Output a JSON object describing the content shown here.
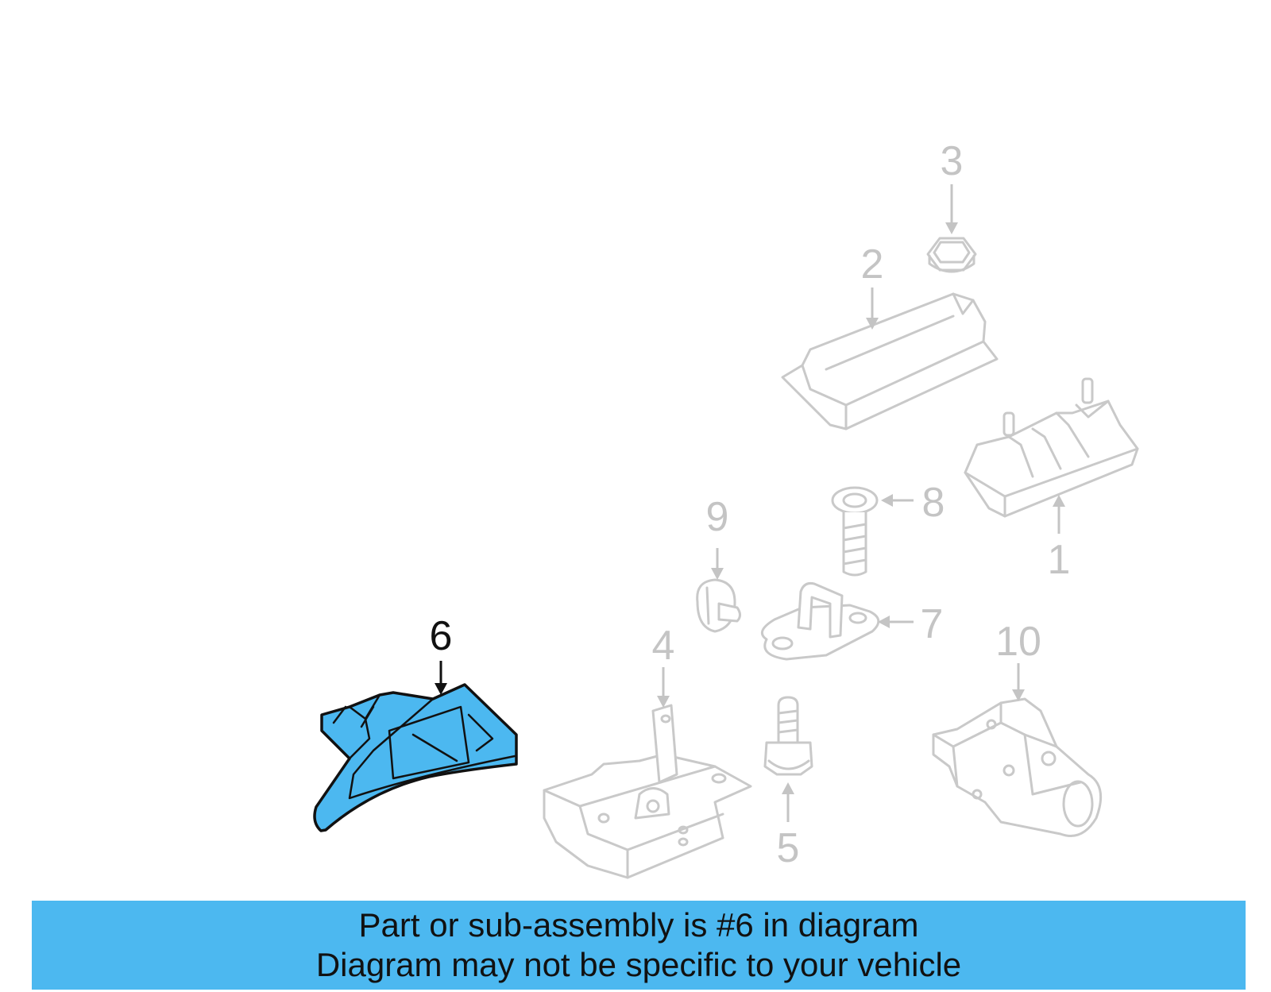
{
  "colors": {
    "highlight": "#4cb8f0",
    "ghost": "#c9c9c9",
    "banner": "#4cb8f0"
  },
  "callouts": {
    "c1": "1",
    "c2": "2",
    "c3": "3",
    "c4": "4",
    "c5": "5",
    "c6": "6",
    "c7": "7",
    "c8": "8",
    "c9": "9",
    "c10": "10"
  },
  "highlighted_part": "6",
  "banner": {
    "line1": "Part or sub-assembly is #6 in diagram",
    "line2": "Diagram may not be specific to your vehicle"
  }
}
